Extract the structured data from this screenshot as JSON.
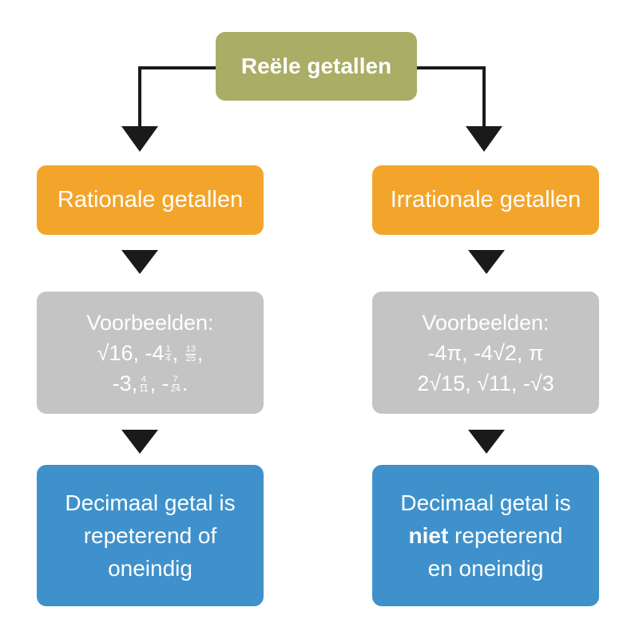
{
  "root": {
    "label": "Reële getallen"
  },
  "left": {
    "category": "Rationale getallen",
    "examples_title": "Voorbeelden:",
    "examples_line1_a": "√16, -4",
    "frac1": {
      "num": "1",
      "den": "4"
    },
    "examples_line1_sep": ", ",
    "frac2": {
      "num": "13",
      "den": "25"
    },
    "examples_line1_end": ",",
    "examples_line2_a": "-3,",
    "frac3": {
      "num": "4",
      "den": "11"
    },
    "examples_line2_sep": ", -",
    "frac4": {
      "num": "7",
      "den": "24"
    },
    "examples_line2_end": ".",
    "result_line1": "Decimaal getal is",
    "result_line2": "repeterend of",
    "result_line3": "oneindig"
  },
  "right": {
    "category": "Irrationale getallen",
    "examples_title": "Voorbeelden:",
    "examples_line1": "-4π, -4√2, π",
    "examples_line2": "2√15, √11, -√3",
    "result_line1": "Decimaal getal is",
    "result_bold": "niet",
    "result_line2_rest": " repeterend",
    "result_line3": "en oneindig"
  },
  "colors": {
    "root": "#a9ad65",
    "category": "#f3a52b",
    "examples": "#c4c4c4",
    "result": "#3f91cb",
    "arrow": "#1a1a1a"
  }
}
